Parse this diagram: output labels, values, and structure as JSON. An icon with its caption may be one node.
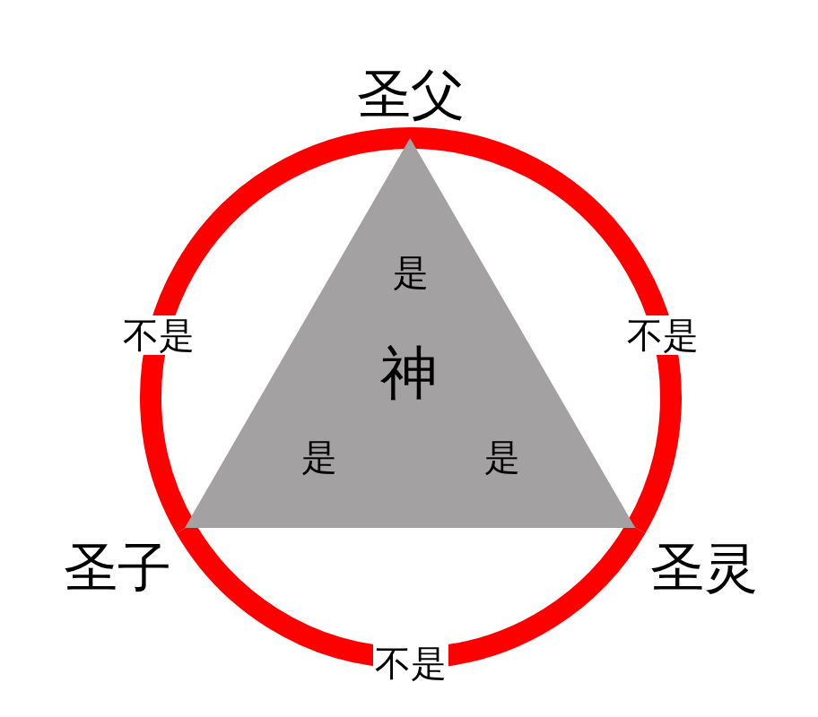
{
  "diagram": {
    "nodes": [
      {
        "text": [
          "圣父"
        ]
      },
      {
        "text": [
          "圣子"
        ]
      },
      {
        "text": [
          "圣灵"
        ]
      },
      {
        "text": [
          "是",
          "神",
          "是",
          "是"
        ]
      }
    ],
    "edges": [
      {
        "from": 0,
        "to": 1,
        "arrow": "none",
        "label": "不是",
        "color": "#ff0000"
      },
      {
        "from": 0,
        "to": 2,
        "arrow": "none",
        "label": "不是",
        "color": "#ff0000"
      },
      {
        "from": 1,
        "to": 2,
        "arrow": "none",
        "label": "不是",
        "color": "#ff0000"
      }
    ]
  }
}
